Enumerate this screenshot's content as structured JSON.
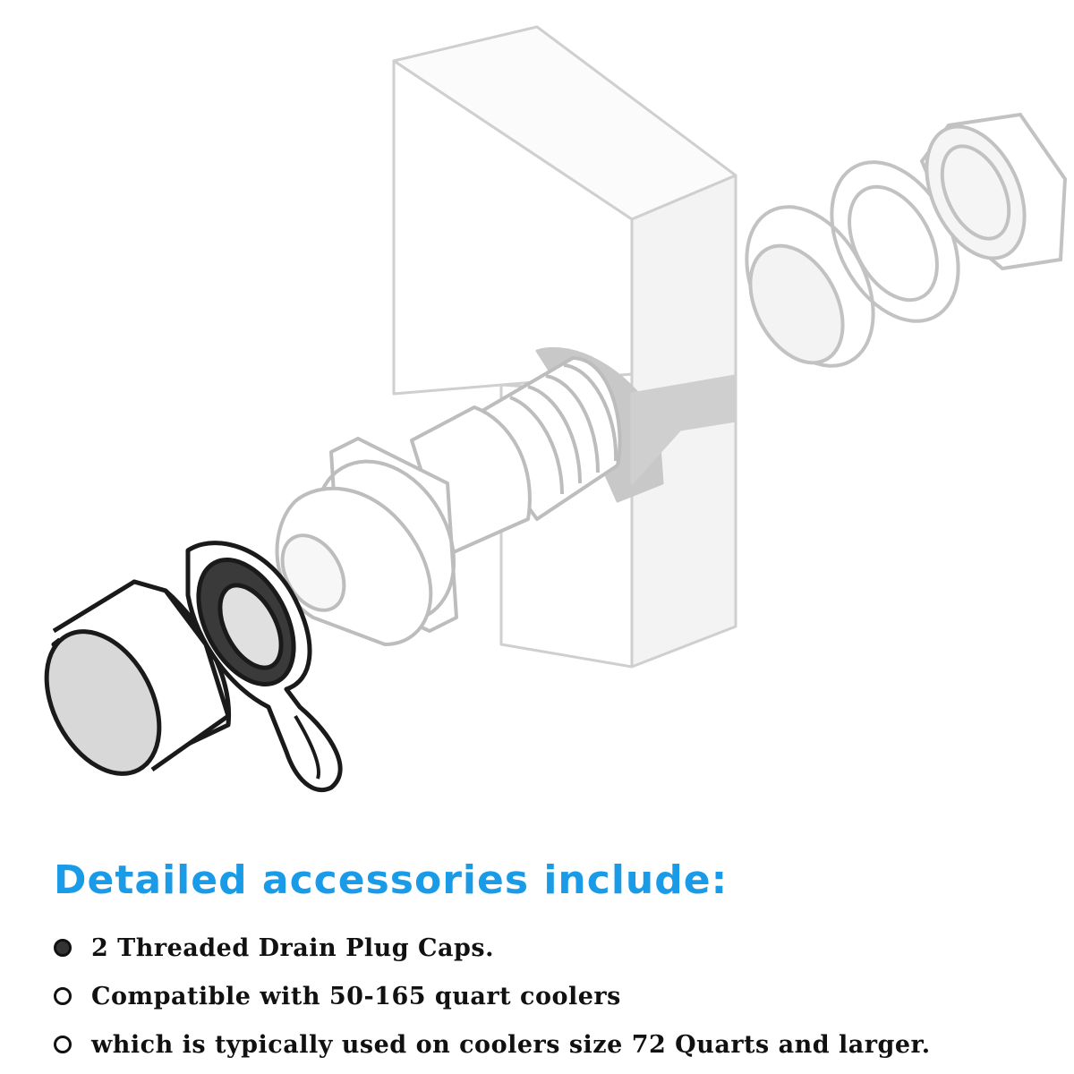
{
  "heading": "Detailed accessories include:",
  "bullets": [
    {
      "text": "2 Threaded Drain Plug Caps.",
      "marker": "filled"
    },
    {
      "text": "Compatible with 50-165 quart coolers",
      "marker": "hollow"
    },
    {
      "text": "which is typically used on coolers size 72 Quarts and larger.",
      "marker": "hollow"
    }
  ],
  "colors": {
    "heading": "#1a9be8",
    "text": "#111111",
    "faded_parts": "#bdbdbd",
    "wall_shade": "#c8c8c8"
  }
}
